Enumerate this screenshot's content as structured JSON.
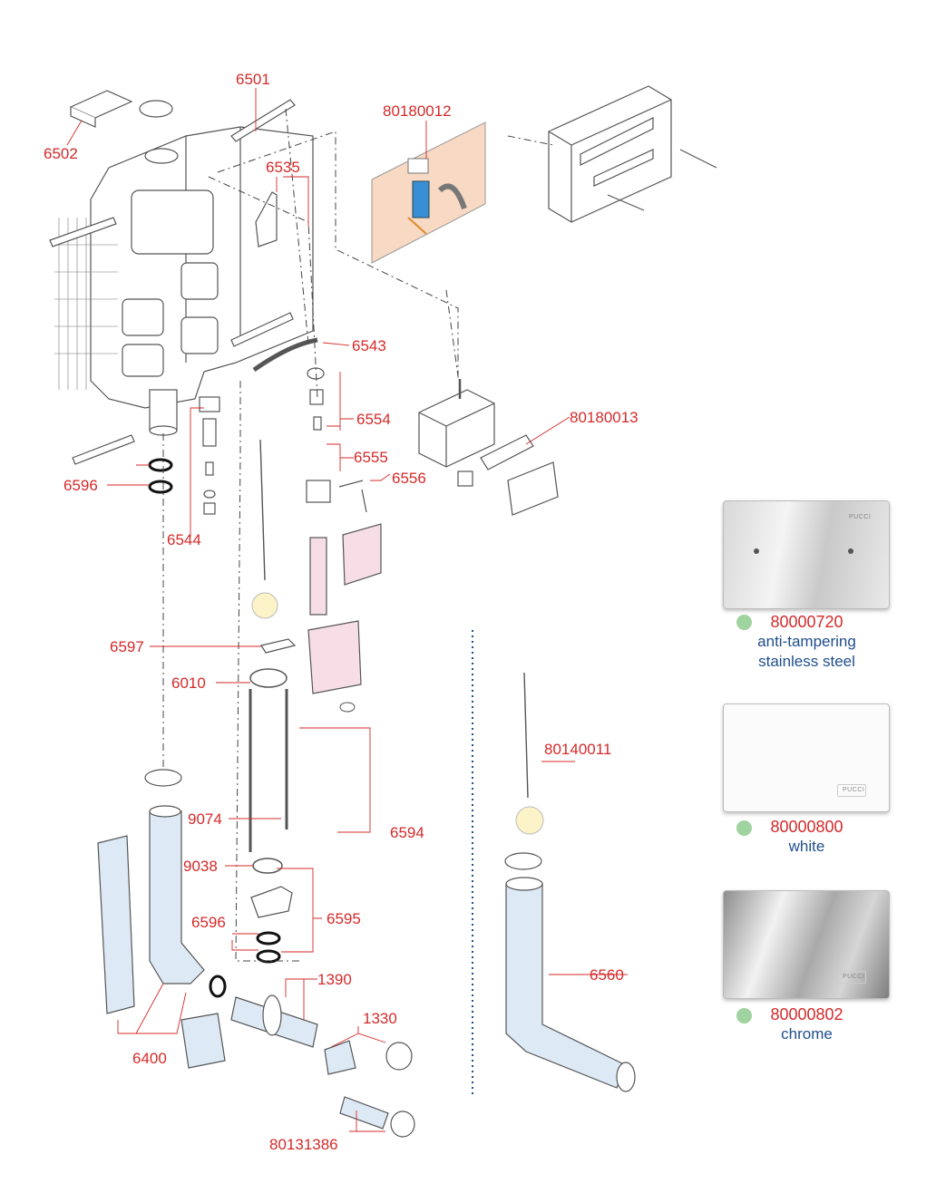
{
  "labels": {
    "l6501": "6501",
    "l6502": "6502",
    "l80180012": "80180012",
    "l6535": "6535",
    "l6543": "6543",
    "l6554": "6554",
    "l80180013": "80180013",
    "l6555": "6555",
    "l6556": "6556",
    "l6596a": "6596",
    "l6544": "6544",
    "l6597": "6597",
    "l6010": "6010",
    "l80140011": "80140011",
    "l9074": "9074",
    "l6594": "6594",
    "l9038": "9038",
    "l6596b": "6596",
    "l6595": "6595",
    "l1390": "1390",
    "l6560": "6560",
    "l1330": "1330",
    "l6400": "6400",
    "l80131386": "80131386"
  },
  "plates": [
    {
      "code": "80000720",
      "desc1": "anti-tampering",
      "desc2": "stainless steel",
      "brand": "PUCCI"
    },
    {
      "code": "80000800",
      "desc1": "white",
      "desc2": "",
      "brand": "PUCCI"
    },
    {
      "code": "80000802",
      "desc1": "chrome",
      "desc2": "",
      "brand": "PUCCI"
    }
  ],
  "colors": {
    "label": "#d62a2a",
    "description": "#1f4e8c",
    "indicator_dot": "#9fd39f",
    "pipe_fill": "#dde9f5",
    "panel_fill": "#f7d9c4",
    "box_fill": "#f6dde6"
  }
}
